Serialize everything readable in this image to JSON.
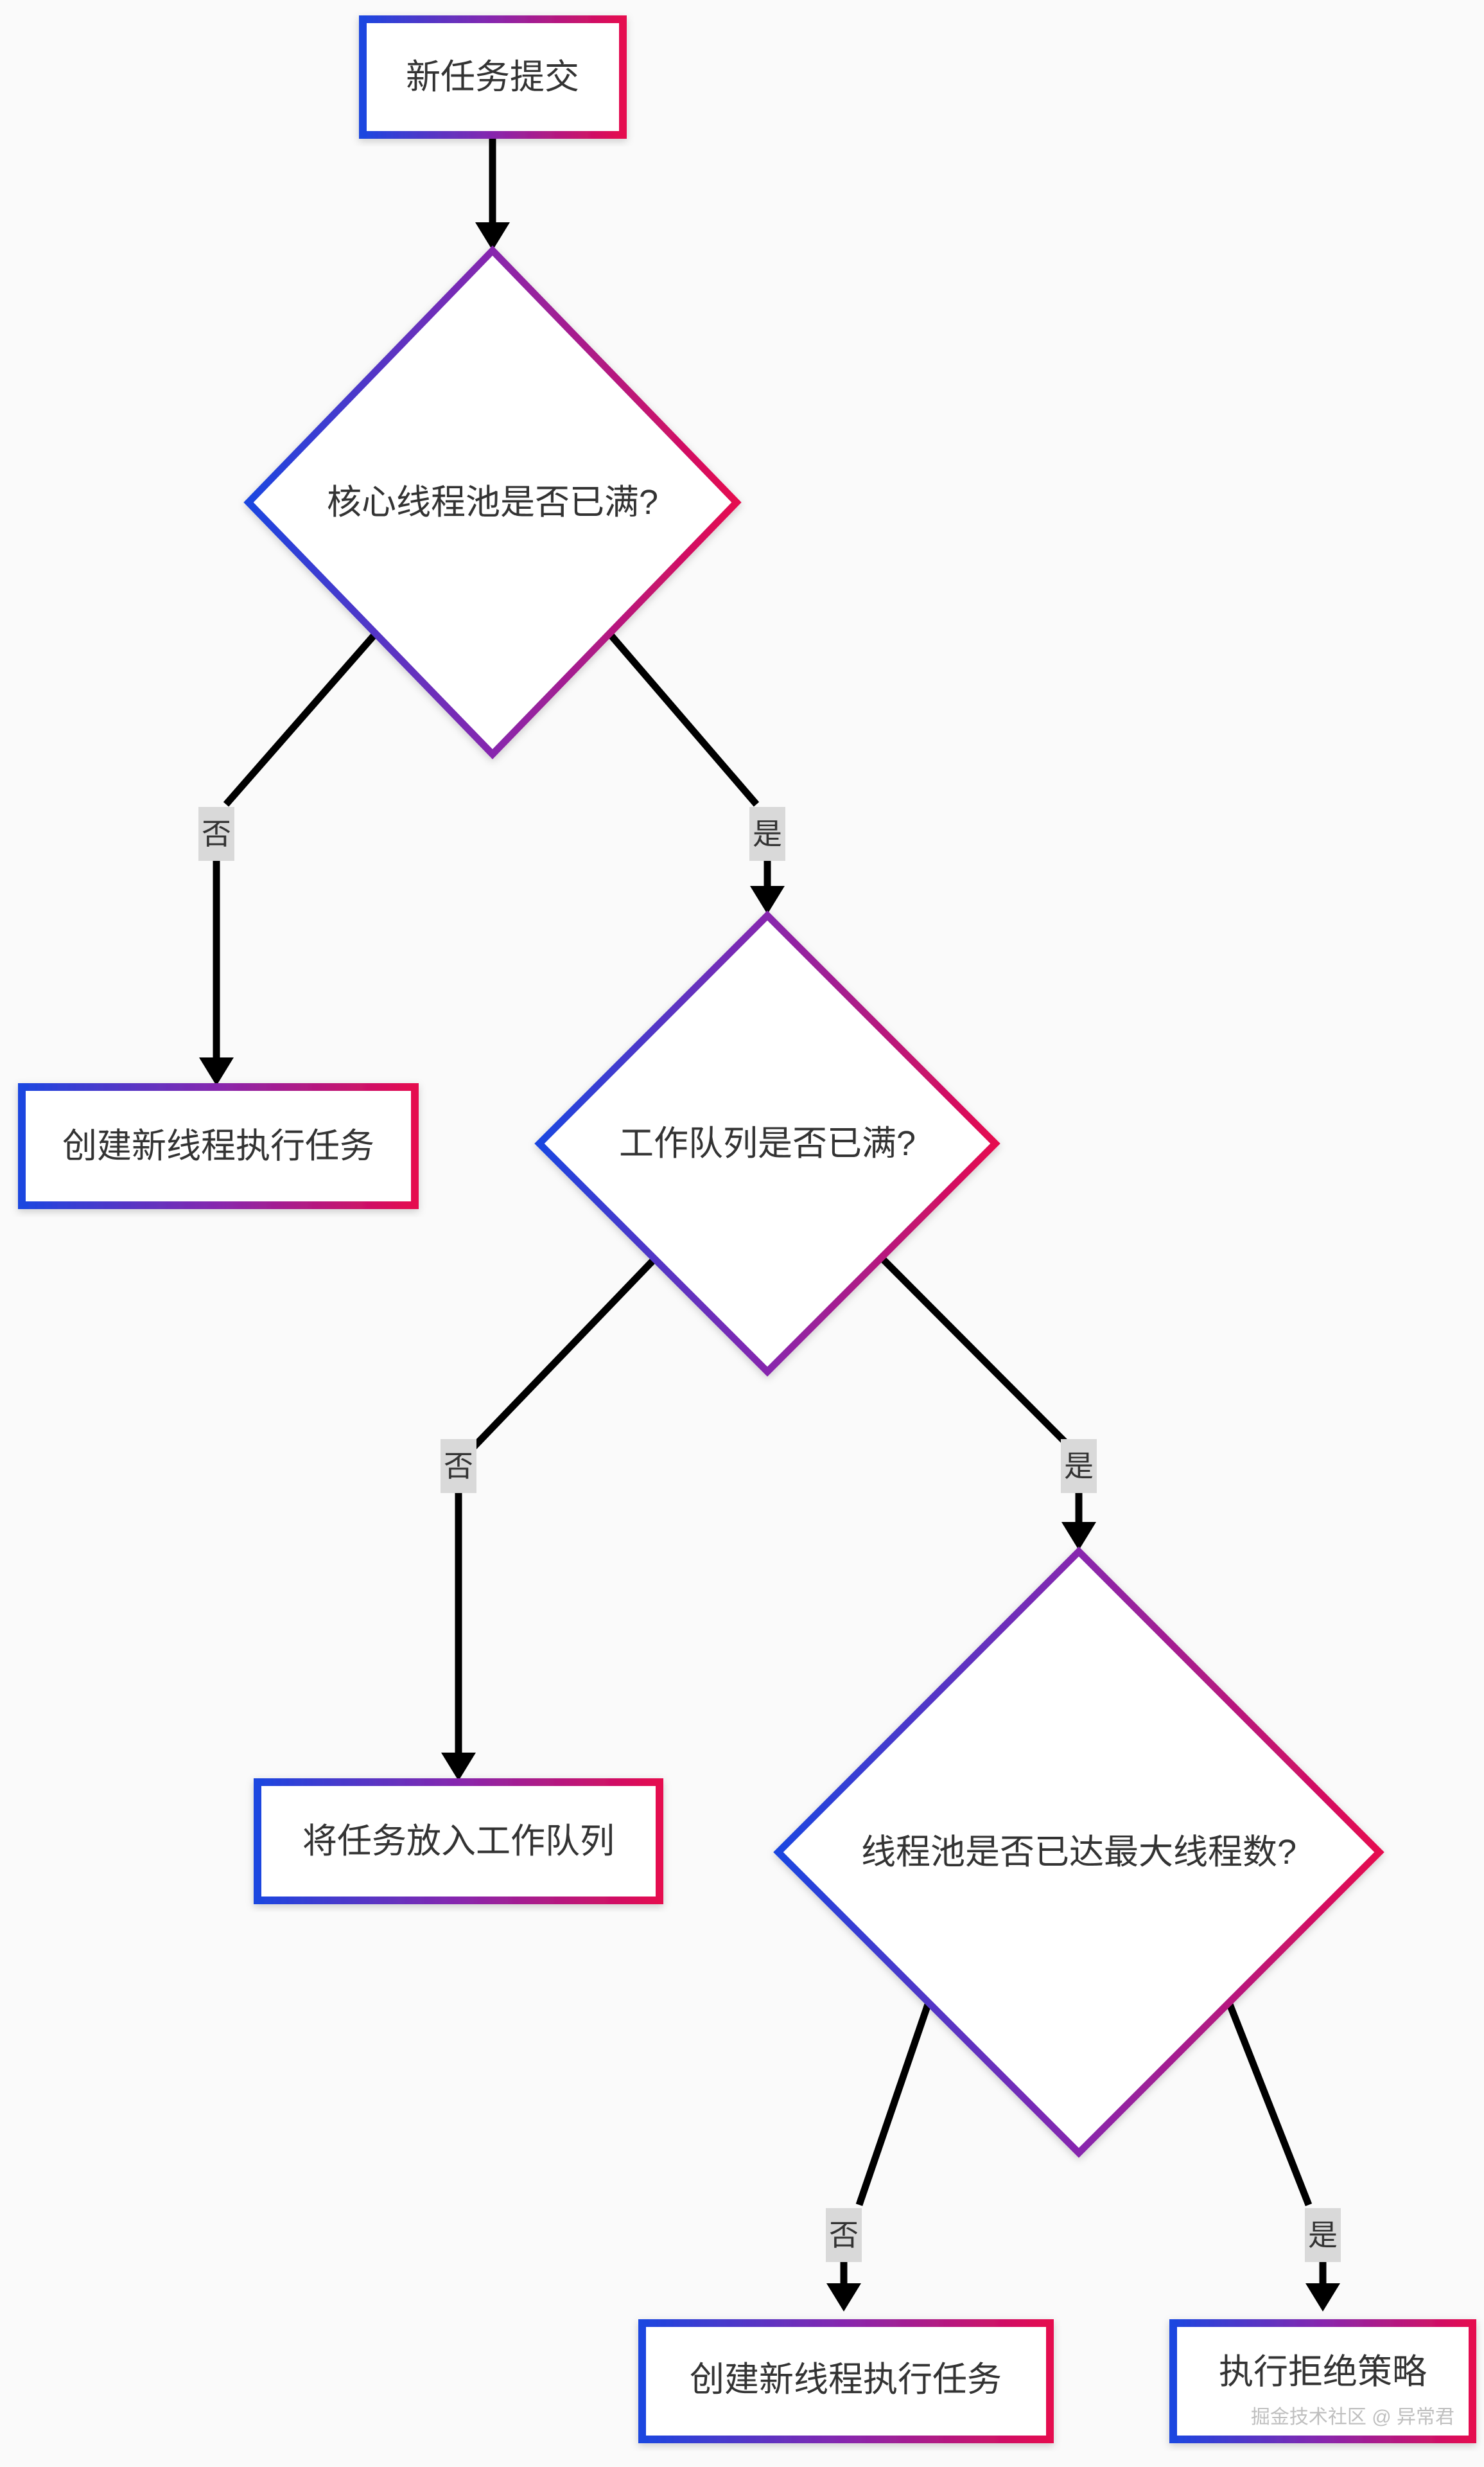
{
  "palette": {
    "blue": "#1c46e0",
    "purple": "#8727ae",
    "red": "#e50a4f",
    "line_black": "#000000",
    "label_bg": "#d9d9d9",
    "node_text": "#333333",
    "node_fill": "#ffffff",
    "background": "#fafafa",
    "watermark_gray": "#bfbfbf"
  },
  "nodes": {
    "start": {
      "label": "新任务提交",
      "type": "process"
    },
    "decision1": {
      "label": "核心线程池是否已满?",
      "type": "decision"
    },
    "create_thread_left": {
      "label": "创建新线程执行任务",
      "type": "process"
    },
    "decision2": {
      "label": "工作队列是否已满?",
      "type": "decision"
    },
    "enqueue": {
      "label": "将任务放入工作队列",
      "type": "process"
    },
    "decision3": {
      "label": "线程池是否已达最大线程数?",
      "type": "decision"
    },
    "create_thread_bottom": {
      "label": "创建新线程执行任务",
      "type": "process"
    },
    "reject": {
      "label": "执行拒绝策略",
      "type": "process"
    }
  },
  "edges": [
    {
      "from": "start",
      "to": "decision1",
      "label": ""
    },
    {
      "from": "decision1",
      "to": "create_thread_left",
      "label": "否"
    },
    {
      "from": "decision1",
      "to": "decision2",
      "label": "是"
    },
    {
      "from": "decision2",
      "to": "enqueue",
      "label": "否"
    },
    {
      "from": "decision2",
      "to": "decision3",
      "label": "是"
    },
    {
      "from": "decision3",
      "to": "create_thread_bottom",
      "label": "否"
    },
    {
      "from": "decision3",
      "to": "reject",
      "label": "是"
    }
  ],
  "watermark": "掘金技术社区 @ 异常君"
}
